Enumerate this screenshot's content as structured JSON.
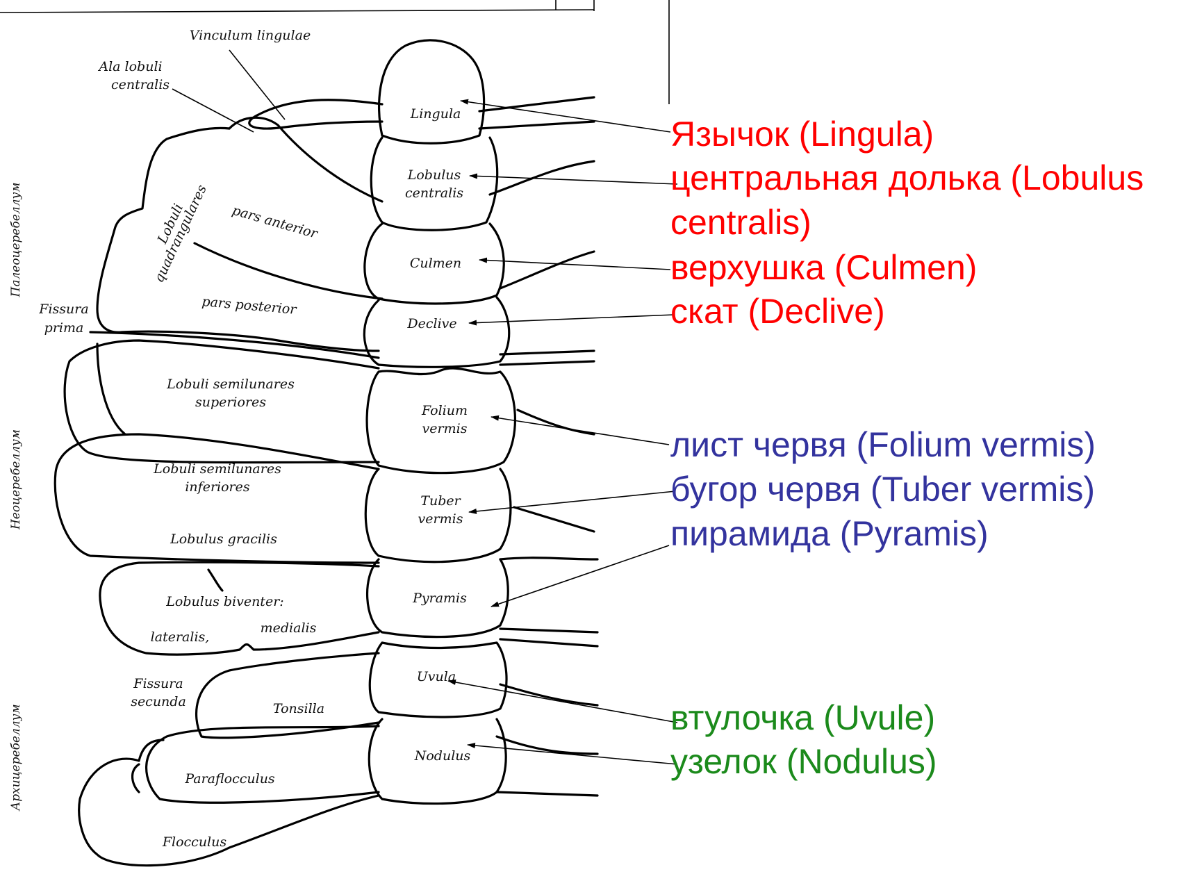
{
  "colors": {
    "red": "#ff0000",
    "blue": "#33339e",
    "green": "#1b8a1b"
  },
  "diagram": {
    "side_labels": {
      "paleo": "Палеоцеребеллум",
      "neo": "Неоцеребеллум",
      "archi": "Архицеребеллум"
    },
    "vermis": {
      "lingula": "Lingula",
      "lobulus_1": "Lobulus",
      "lobulus_2": "centralis",
      "culmen": "Culmen",
      "declive": "Declive",
      "folium_1": "Folium",
      "folium_2": "vermis",
      "tuber_1": "Tuber",
      "tuber_2": "vermis",
      "pyramis": "Pyramis",
      "uvula": "Uvula",
      "nodulus": "Nodulus"
    },
    "hemisphere": {
      "vinculum": "Vinculum lingulae",
      "ala_1": "Ala lobuli",
      "ala_2": "centralis",
      "quad_1": "Lobuli",
      "quad_2": "quadrangulares",
      "pars_anterior": "pars anterior",
      "pars_posterior": "pars posterior",
      "fissura_prima_1": "Fissura",
      "fissura_prima_2": "prima",
      "semilun_sup_1": "Lobuli semilunares",
      "semilun_sup_2": "superiores",
      "semilun_inf_1": "Lobuli semilunares",
      "semilun_inf_2": "inferiores",
      "gracilis": "Lobulus gracilis",
      "biventer": "Lobulus biventer:",
      "lateralis": "lateralis,",
      "medialis": "medialis",
      "fissura_secunda_1": "Fissura",
      "fissura_secunda_2": "secunda",
      "tonsilla": "Tonsilla",
      "paraflocculus": "Paraflocculus",
      "flocculus": "Flocculus"
    }
  },
  "annotations": {
    "yazychok": "Язычок (Lingula)",
    "centralnaya_1": "центральная долька (Lobulus",
    "centralnaya_2": "centralis)",
    "verkhushka": "верхушка (Culmen)",
    "skat": "скат (Declive)",
    "list": "лист червя (Folium vermis)",
    "bugor": "бугор червя (Tuber vermis)",
    "piramida": "пирамида (Pyramis)",
    "vtulochka": "втулочка (Uvule)",
    "uzelok": "узелок (Nodulus)"
  }
}
